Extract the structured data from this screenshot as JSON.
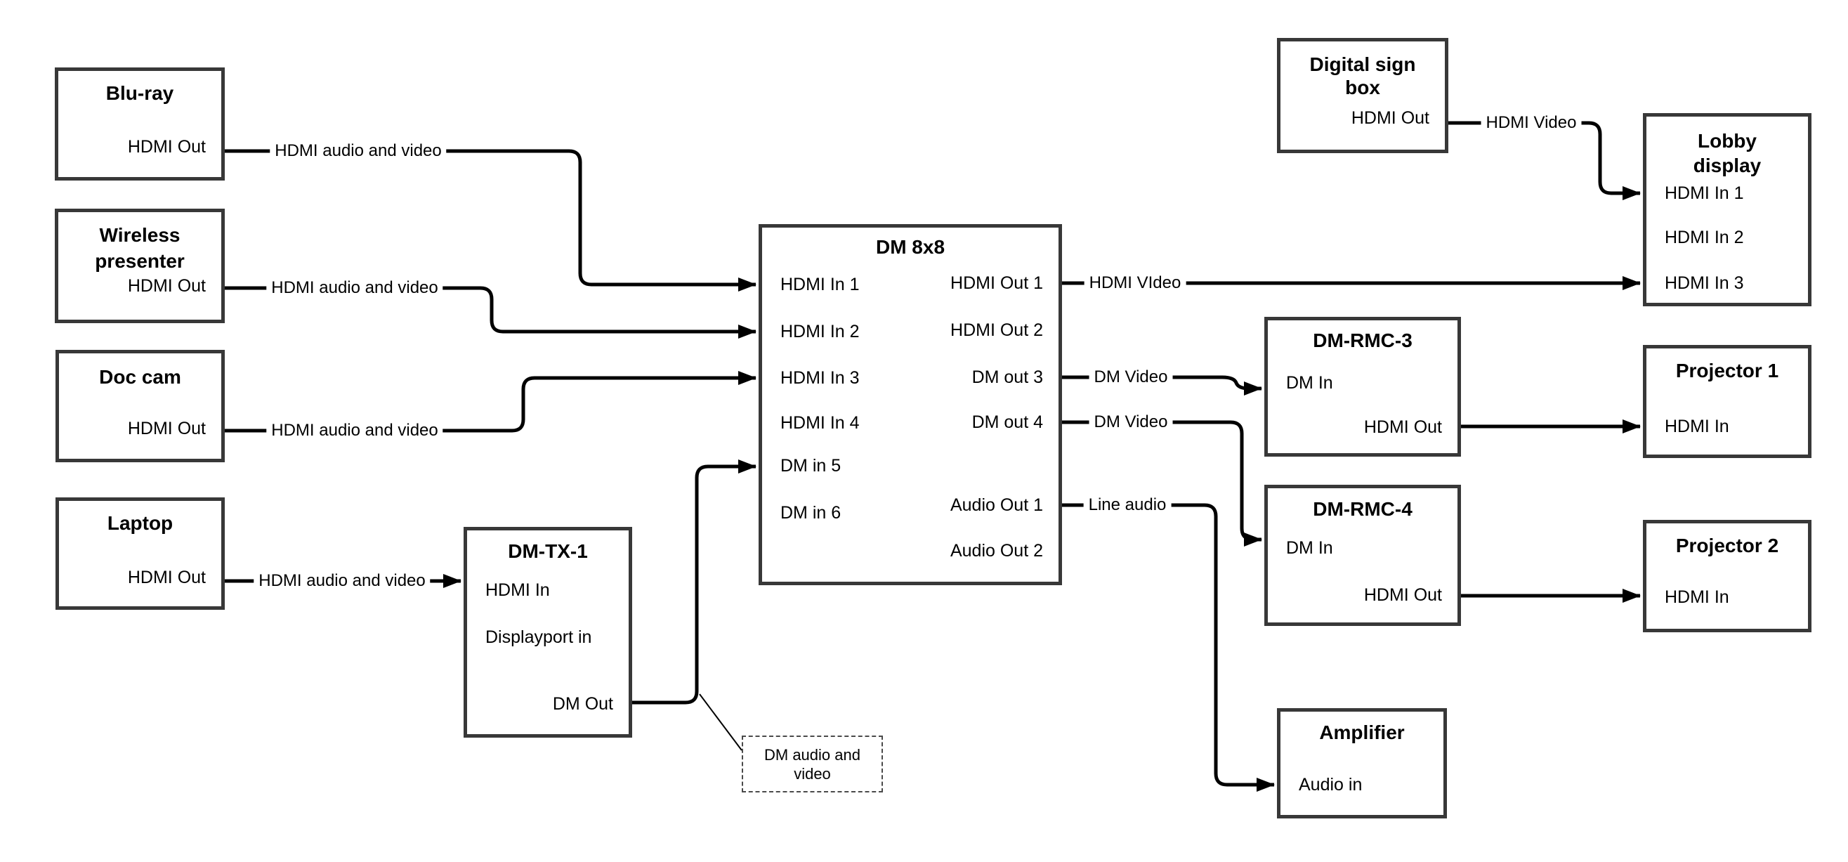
{
  "diagram": {
    "background": "#ffffff",
    "line_color": "#000000",
    "box_border_color": "#383838"
  },
  "nodes": {
    "bluray": {
      "title_lines": [
        "Blu-ray"
      ],
      "ports": {
        "hdmi_out": "HDMI Out"
      }
    },
    "wireless": {
      "title_lines": [
        "Wireless",
        "presenter"
      ],
      "ports": {
        "hdmi_out": "HDMI Out"
      }
    },
    "doccam": {
      "title_lines": [
        "Doc cam"
      ],
      "ports": {
        "hdmi_out": "HDMI Out"
      }
    },
    "laptop": {
      "title_lines": [
        "Laptop"
      ],
      "ports": {
        "hdmi_out": "HDMI Out"
      }
    },
    "dmtx1": {
      "title_lines": [
        "DM-TX-1"
      ],
      "ports": {
        "hdmi_in": "HDMI In",
        "displayport_in": "Displayport in",
        "dm_out": "DM Out"
      }
    },
    "dm8x8": {
      "title_lines": [
        "DM 8x8"
      ],
      "ports": {
        "hdmi_in_1": "HDMI In 1",
        "hdmi_in_2": "HDMI In 2",
        "hdmi_in_3": "HDMI In 3",
        "hdmi_in_4": "HDMI In 4",
        "dm_in_5": "DM in 5",
        "dm_in_6": "DM in 6",
        "hdmi_out_1": "HDMI Out 1",
        "hdmi_out_2": "HDMI Out 2",
        "dm_out_3": "DM out 3",
        "dm_out_4": "DM out 4",
        "audio_out_1": "Audio Out 1",
        "audio_out_2": "Audio Out 2"
      }
    },
    "digitalsign": {
      "title_lines": [
        "Digital sign",
        "box"
      ],
      "ports": {
        "hdmi_out": "HDMI Out"
      }
    },
    "lobby": {
      "title_lines": [
        "Lobby",
        "display"
      ],
      "ports": {
        "hdmi_in_1": "HDMI In 1",
        "hdmi_in_2": "HDMI In 2",
        "hdmi_in_3": "HDMI In 3"
      }
    },
    "dmrmc3": {
      "title_lines": [
        "DM-RMC-3"
      ],
      "ports": {
        "dm_in": "DM In",
        "hdmi_out": "HDMI Out"
      }
    },
    "proj1": {
      "title_lines": [
        "Projector 1"
      ],
      "ports": {
        "hdmi_in": "HDMI In"
      }
    },
    "dmrmc4": {
      "title_lines": [
        "DM-RMC-4"
      ],
      "ports": {
        "dm_in": "DM In",
        "hdmi_out": "HDMI Out"
      }
    },
    "proj2": {
      "title_lines": [
        "Projector 2"
      ],
      "ports": {
        "hdmi_in": "HDMI In"
      }
    },
    "amplifier": {
      "title_lines": [
        "Amplifier"
      ],
      "ports": {
        "audio_in": "Audio in"
      }
    }
  },
  "connector_labels": {
    "bluray_to_dm8x8": "HDMI audio and video",
    "wireless_to_dm8x8": "HDMI audio and video",
    "doccam_to_dm8x8": "HDMI audio and video",
    "laptop_to_dmtx1": "HDMI audio and video",
    "hdmi_out1_to_lobby": "HDMI VIdeo",
    "dm_out3_to_rmc3": "DM Video",
    "dm_out4_to_rmc4": "DM Video",
    "audio_out1_to_amp": "Line audio",
    "digitalsign_to_lobby": "HDMI Video"
  },
  "callout": {
    "lines": [
      "DM audio and",
      "video"
    ]
  }
}
